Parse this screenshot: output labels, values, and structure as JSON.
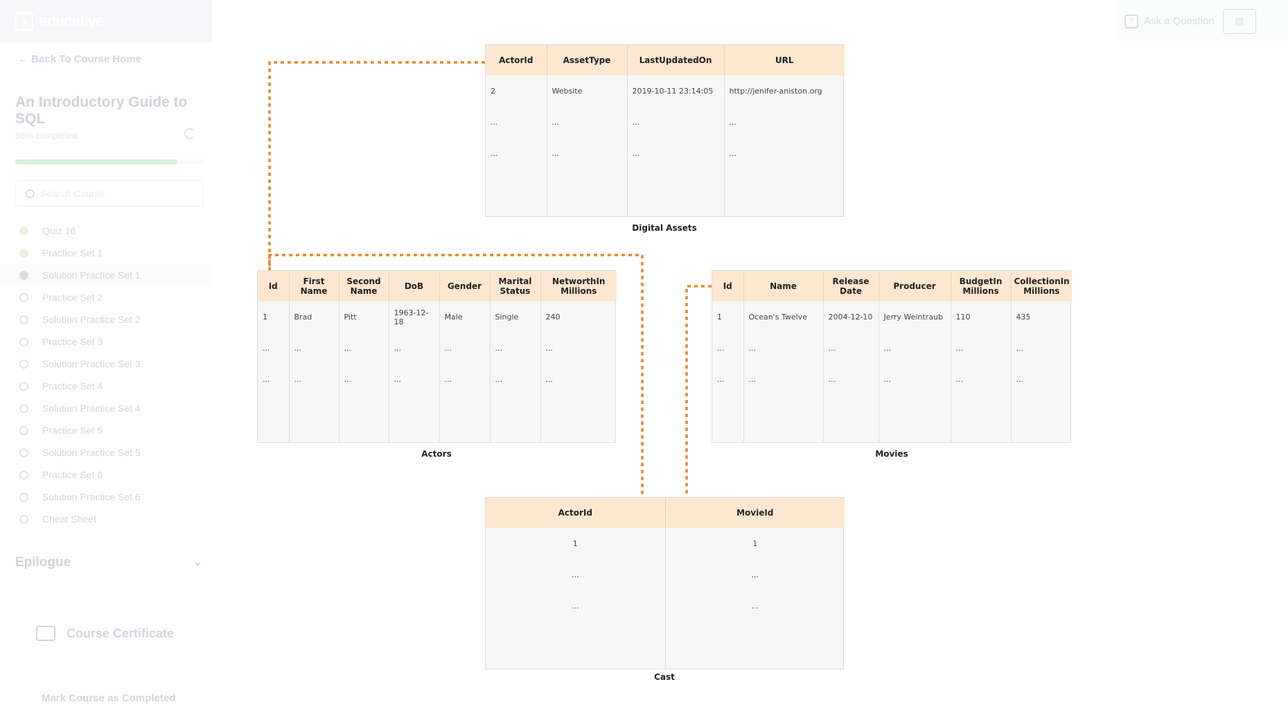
{
  "app": {
    "logo_text": "educative",
    "back_label": "Back To Course Home",
    "course_title": "An Introductory Guide to SQL",
    "progress_text": "86% completed",
    "progress_fraction": 0.86,
    "search_placeholder": "Search Course",
    "ask_label": "Ask a Question",
    "lessons": [
      {
        "label": "Quiz 16",
        "state": "done"
      },
      {
        "label": "Practice Set 1",
        "state": "done"
      },
      {
        "label": "Solution Practice Set 1",
        "state": "current"
      },
      {
        "label": "Practice Set 2",
        "state": "todo"
      },
      {
        "label": "Solution Practice Set 2",
        "state": "todo"
      },
      {
        "label": "Practice Set 3",
        "state": "todo"
      },
      {
        "label": "Solution Practice Set 3",
        "state": "todo"
      },
      {
        "label": "Practice Set 4",
        "state": "todo"
      },
      {
        "label": "Solution Practice Set 4",
        "state": "todo"
      },
      {
        "label": "Practice Set 5",
        "state": "todo"
      },
      {
        "label": "Solution Practice Set 5",
        "state": "todo"
      },
      {
        "label": "Practice Set 6",
        "state": "todo"
      },
      {
        "label": "Solution Practice Set 6",
        "state": "todo"
      },
      {
        "label": "Cheat Sheet",
        "state": "todo"
      }
    ],
    "epilogue_label": "Epilogue",
    "certificate_label": "Course Certificate",
    "mark_complete_label": "Mark Course as Completed"
  },
  "diagram": {
    "connector_color": "#e8862a",
    "header_color": "#fde7d0",
    "digital_assets": {
      "caption": "Digital Assets",
      "columns": [
        "ActorId",
        "AssetType",
        "LastUpdatedOn",
        "URL"
      ],
      "rows": [
        [
          "2",
          "Website",
          "2019-10-11   23:14:05",
          "http://jenifer-aniston.org"
        ],
        [
          "...",
          "...",
          "...",
          "..."
        ],
        [
          "...",
          "...",
          "...",
          "..."
        ]
      ]
    },
    "actors": {
      "caption": "Actors",
      "columns": [
        "Id",
        "First Name",
        "Second Name",
        "DoB",
        "Gender",
        "Marital Status",
        "NetworthIn Millions"
      ],
      "rows": [
        [
          "1",
          "Brad",
          "Pitt",
          "1963-12-18",
          "Male",
          "Single",
          "240"
        ],
        [
          "...",
          "...",
          "...",
          "...",
          "...",
          "...",
          "..."
        ],
        [
          "...",
          "...",
          "...",
          "...",
          "...",
          "...",
          "..."
        ]
      ]
    },
    "movies": {
      "caption": "Movies",
      "columns": [
        "Id",
        "Name",
        "Release Date",
        "Producer",
        "BudgetIn Millions",
        "CollectionIn Millions"
      ],
      "rows": [
        [
          "1",
          "Ocean's Twelve",
          "2004-12-10",
          "Jerry Weintraub",
          "110",
          "435"
        ],
        [
          "...",
          "...",
          "...",
          "...",
          "...",
          "..."
        ],
        [
          "...",
          "...",
          "...",
          "...",
          "...",
          "..."
        ]
      ]
    },
    "cast": {
      "caption": "Cast",
      "columns": [
        "ActorId",
        "MovieId"
      ],
      "rows": [
        [
          "1",
          "1"
        ],
        [
          "...",
          "..."
        ],
        [
          "...",
          "..."
        ]
      ]
    }
  }
}
